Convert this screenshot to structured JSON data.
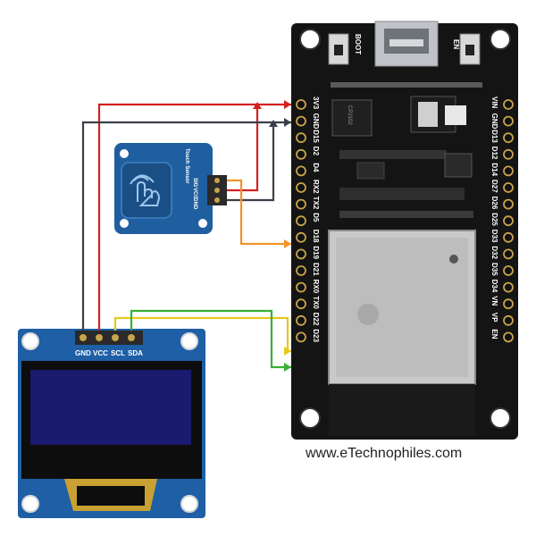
{
  "esp32": {
    "button_boot": "BOOT",
    "button_en": "EN",
    "left_pins": [
      "3V3",
      "GND",
      "D15",
      "D2",
      "D4",
      "RX2",
      "TX2",
      "D5",
      "D18",
      "D19",
      "D21",
      "RX0",
      "TX0",
      "D22",
      "D23"
    ],
    "right_pins": [
      "VIN",
      "GND",
      "D13",
      "D12",
      "D14",
      "D27",
      "D26",
      "D25",
      "D33",
      "D32",
      "D35",
      "D34",
      "VN",
      "VP",
      "EN"
    ],
    "chip_text": "CP2102"
  },
  "touch_sensor": {
    "title": "Touch Sensor",
    "pins": [
      "SIG",
      "VCC",
      "GND"
    ]
  },
  "oled": {
    "pins": [
      "GND",
      "VCC",
      "SCL",
      "SDA"
    ]
  },
  "credit": "www.eTechnophiles.com",
  "colors": {
    "board": "#141414",
    "pin_gold": "#c8a44a",
    "sensor_blue": "#1f5fa0",
    "oled_blue": "#1e5fa6",
    "screen": "#1a1a6e",
    "wire_red": "#d42020",
    "wire_dark": "#3b3f4a",
    "wire_orange": "#f2922b",
    "wire_yellow": "#e6c81c",
    "wire_green": "#38b034"
  },
  "icons": [
    "touch-hand-icon",
    "arrow-icon"
  ]
}
